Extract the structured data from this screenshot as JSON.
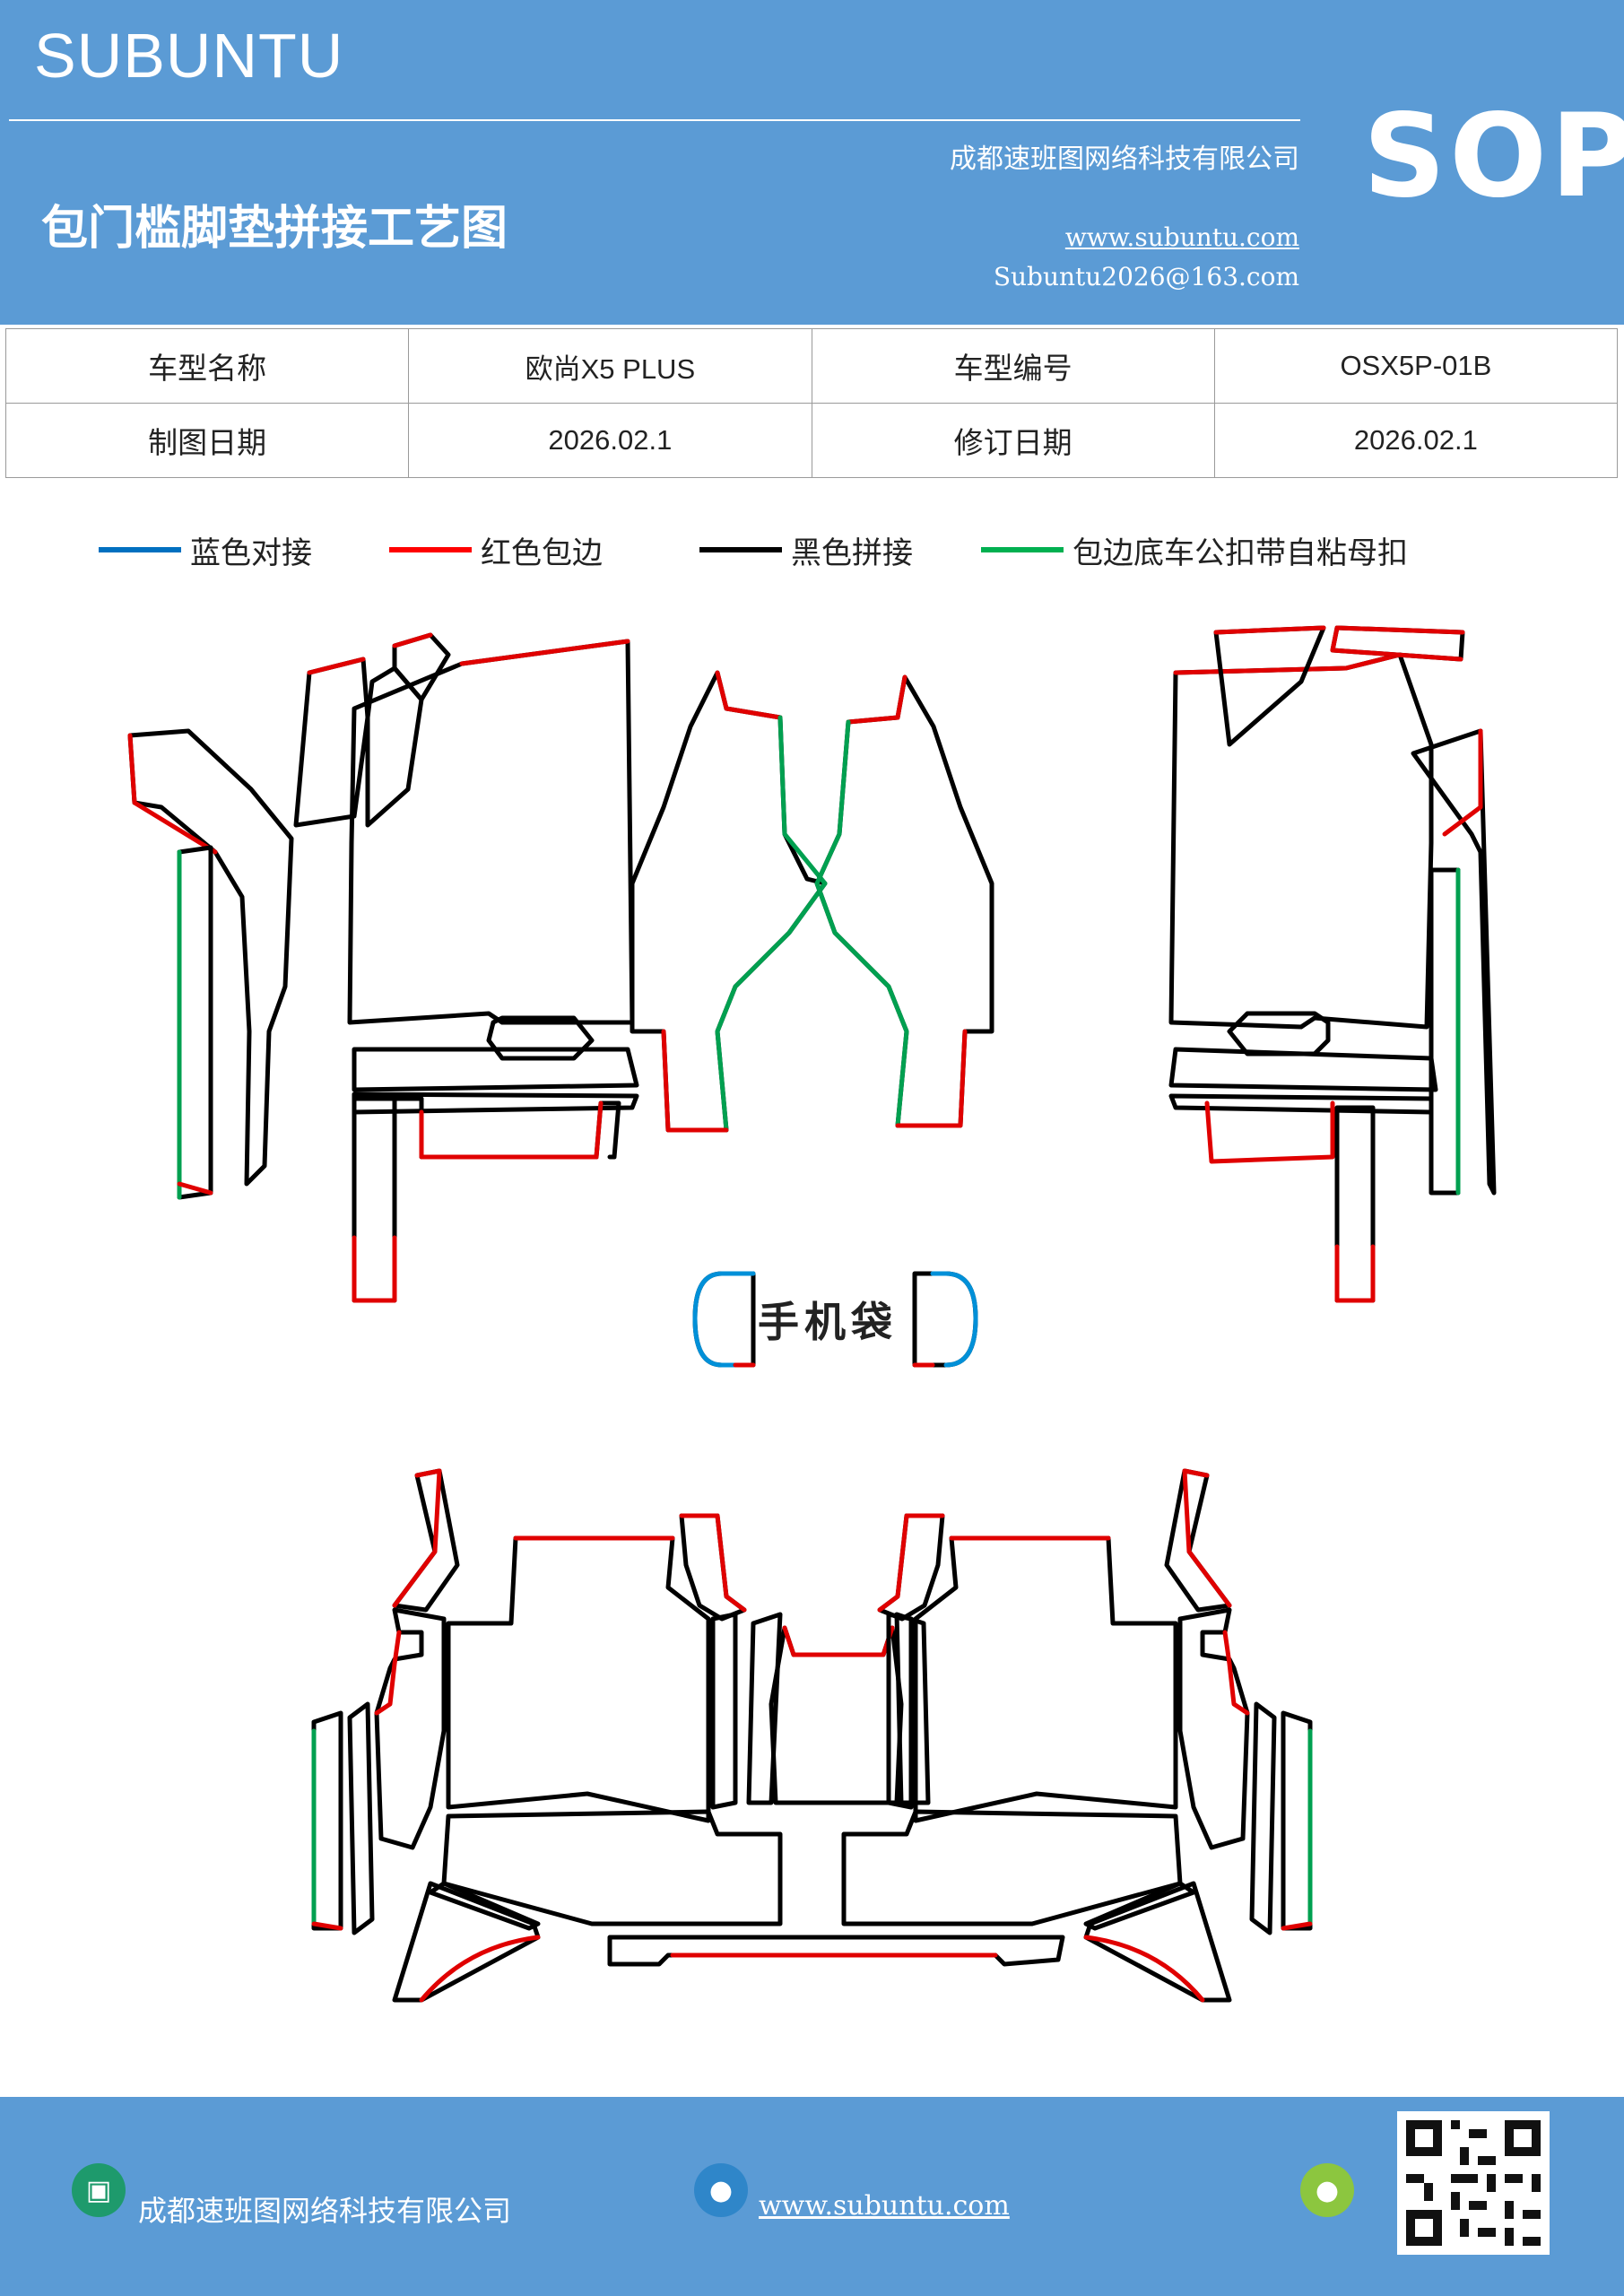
{
  "header": {
    "brand": "SUBUNTU",
    "company": "成都速班图网络科技有限公司",
    "title": "包门槛脚垫拼接工艺图",
    "website": "www.subuntu.com",
    "email": "Subuntu2026@163.com",
    "badge": "SOP",
    "bg_color": "#5b9bd5"
  },
  "info_table": {
    "rows": [
      [
        {
          "label": "车型名称",
          "value": "欧尚X5  PLUS"
        },
        {
          "label": "车型编号",
          "value": "OSX5P-01B"
        }
      ],
      [
        {
          "label": "制图日期",
          "value": "2026.02.1"
        },
        {
          "label": "修订日期",
          "value": "2026.02.1"
        }
      ]
    ]
  },
  "legend": [
    {
      "label": "蓝色对接",
      "color": "#0070c0"
    },
    {
      "label": "红色包边",
      "color": "#ff0000"
    },
    {
      "label": "黑色拼接",
      "color": "#000000"
    },
    {
      "label": "包边底车公扣带自粘母扣",
      "color": "#00b050"
    }
  ],
  "diagram": {
    "phone_bag_label": "手机袋"
  },
  "footer": {
    "company": "成都速班图网络科技有限公司",
    "website": "www.subuntu.com",
    "icons": [
      "building-icon",
      "globe-icon",
      "wechat-icon"
    ]
  }
}
